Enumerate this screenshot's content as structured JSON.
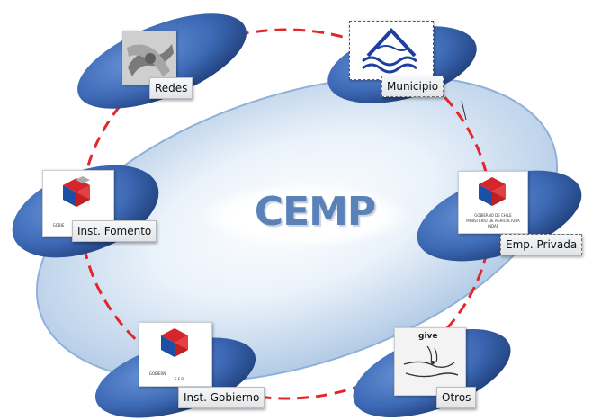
{
  "diagram": {
    "center": "CEMP",
    "nodes": [
      {
        "id": "redes",
        "label": "Redes",
        "logo": "handshake-photo"
      },
      {
        "id": "municipio",
        "label": "Municipio",
        "logo": "wave-logo"
      },
      {
        "id": "inst-fomento",
        "label": "Inst. Fomento",
        "logo": "gobierno-de-chile-logo"
      },
      {
        "id": "emp-privada",
        "label": "Emp. Privada",
        "logo": "gobierno-de-chile-logo"
      },
      {
        "id": "inst-gobierno",
        "label": "Inst. Gobierno",
        "logo": "gobierno-de-chile-logo"
      },
      {
        "id": "otros",
        "label": "Otros",
        "logo": "give-hands-sketch"
      }
    ],
    "logo_text": {
      "gobierno_line1": "GOBIERNO DE CHILE",
      "gobierno_line2": "MINISTERIO DE AGRICULTURA",
      "gobierno_line3": "INDAP",
      "fomento_fragment": "GOBIE",
      "gobierno_fragment_1": "GOBIERN",
      "gobierno_fragment_2": "S E R",
      "give": "give"
    },
    "colors": {
      "ring": "#e3262b",
      "ellipse_blue": "#3f6fbf",
      "main_ellipse": "#c9dcf0",
      "center_text": "#5a81b8"
    }
  }
}
